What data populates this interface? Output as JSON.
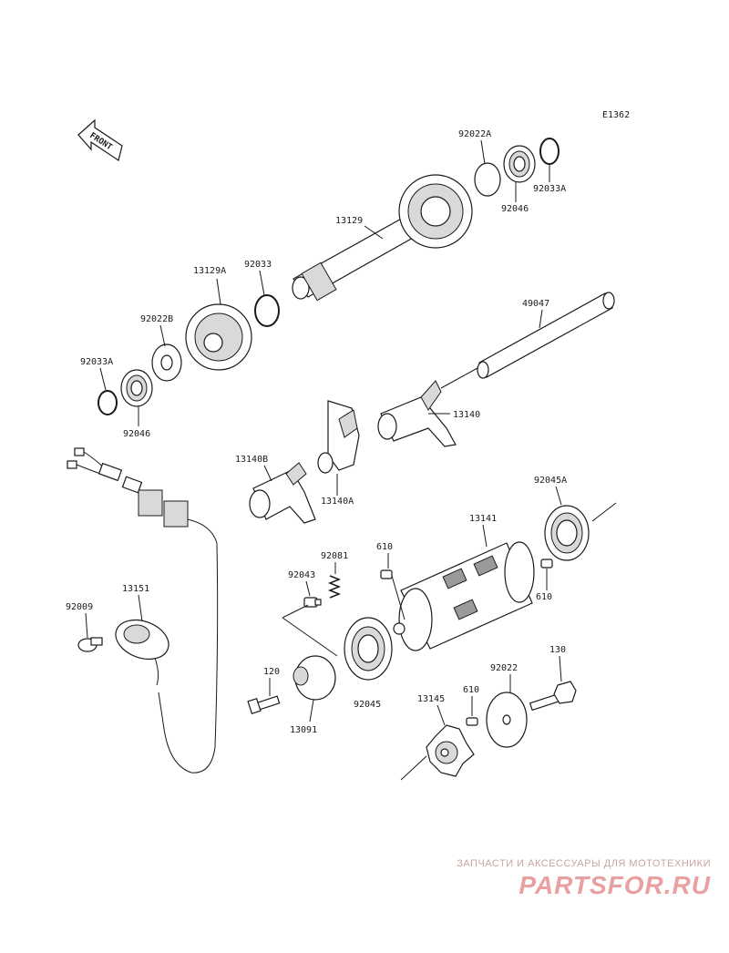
{
  "diagram_code": "E1362",
  "front_label": "FRONT",
  "labels": {
    "p13129": "13129",
    "p92022A": "92022A",
    "p92033A_top": "92033A",
    "p92046_top": "92046",
    "p13129A": "13129A",
    "p92033": "92033",
    "p92022B": "92022B",
    "p92033A_left": "92033A",
    "p92046_left": "92046",
    "p49047": "49047",
    "p13140": "13140",
    "p13140B": "13140B",
    "p13140A": "13140A",
    "p92045A": "92045A",
    "p13141": "13141",
    "p92081": "92081",
    "p610_a": "610",
    "p610_b": "610",
    "p92043": "92043",
    "p13151": "13151",
    "p92009": "92009",
    "p120": "120",
    "p13091": "13091",
    "p92045": "92045",
    "p13145": "13145",
    "p610_c": "610",
    "p92022": "92022",
    "p130": "130"
  },
  "watermark": {
    "tagline": "ЗАПЧАСТИ И АКСЕССУАРЫ ДЛЯ МОТОТЕХНИКИ",
    "logo": "PARTSFOR.RU"
  }
}
